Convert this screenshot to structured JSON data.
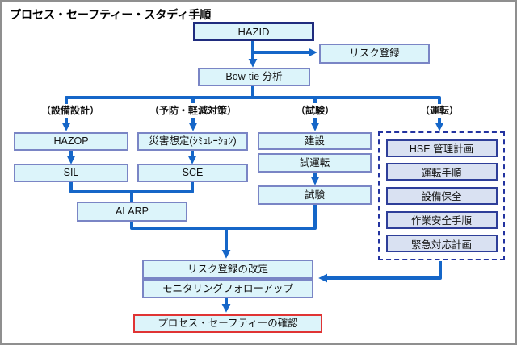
{
  "title": "プロセス・セーフティー・スタディ手順",
  "branches": {
    "design": "（設備設計）",
    "prevention": "（予防・軽減対策）",
    "testing": "（試験）",
    "operation": "（運転）"
  },
  "nodes": {
    "hazid": "HAZID",
    "risk_register": "リスク登録",
    "bowtie_analysis": "Bow-tie 分析",
    "hazop": "HAZOP",
    "disaster_simulation": "災害想定(ｼﾐｭﾚｰｼｮﾝ)",
    "construction": "建設",
    "sil": "SIL",
    "sce": "SCE",
    "trial_run": "試運転",
    "alarp": "ALARP",
    "test": "試験",
    "risk_register_revision": "リスク登録の改定",
    "monitoring_followup": "モニタリングフォローアップ",
    "process_safety_confirmation": "プロセス・セーフティーの確認"
  },
  "operation_plan": [
    "HSE 管理計画",
    "運転手順",
    "設備保全",
    "作業安全手順",
    "緊急対応計画"
  ],
  "colors": {
    "arrow": "#1566C8",
    "box_fill": "#DCF4FA",
    "box_border": "#7A85C5",
    "hazid_border": "#1F2C7E",
    "plan_fill": "#D9E1F2",
    "plan_border": "#2E3E99",
    "dashed_border": "#2333A0",
    "confirm_border": "#E03434"
  }
}
